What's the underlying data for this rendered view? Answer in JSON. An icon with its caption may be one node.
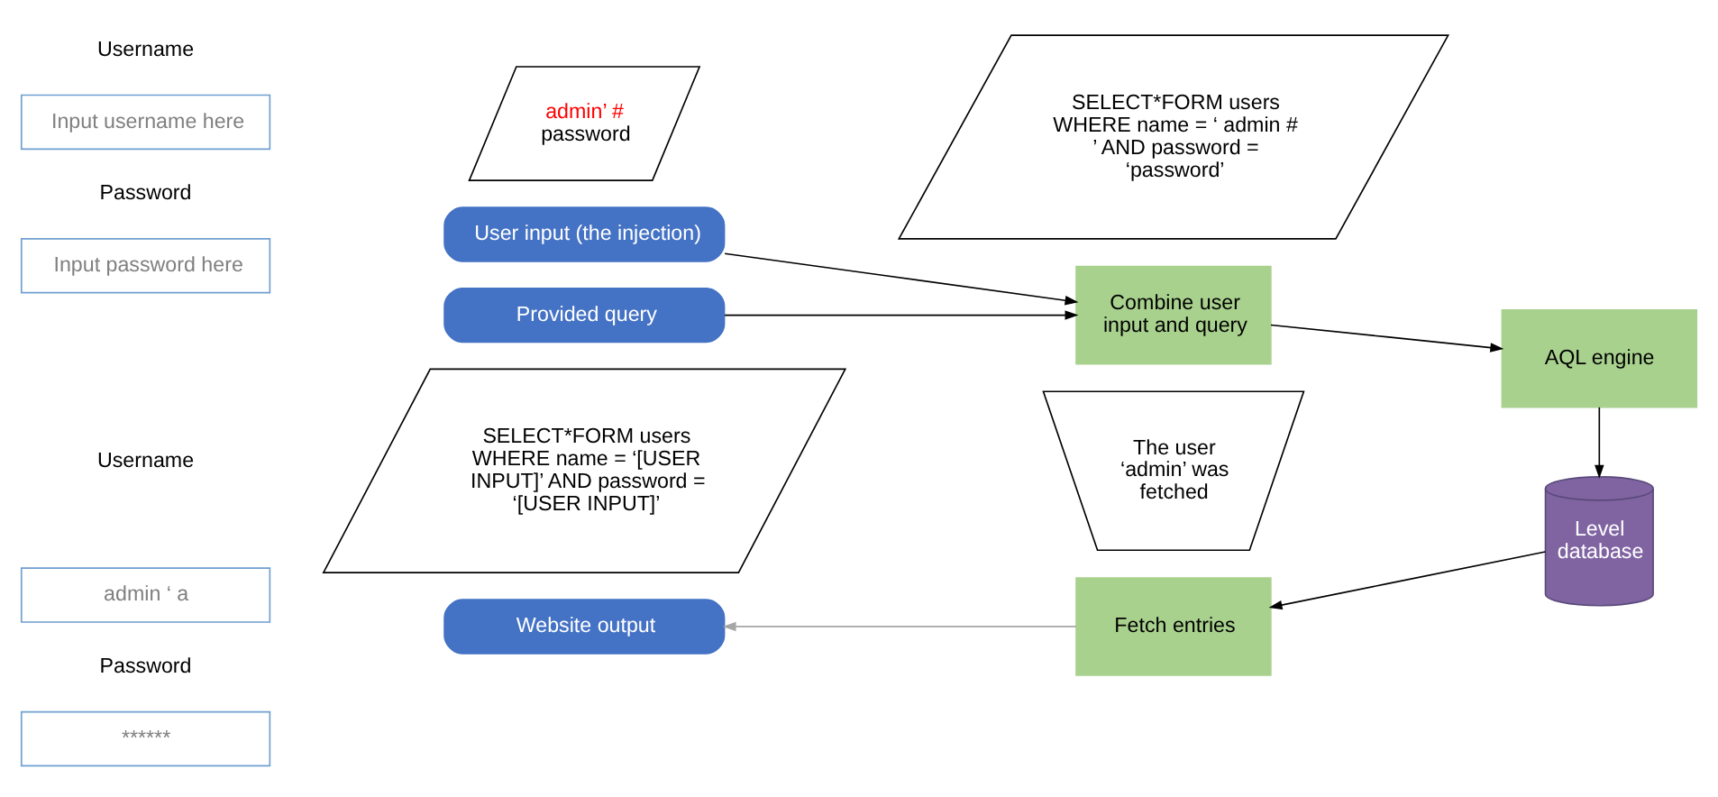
{
  "diagram": {
    "nodes": [
      {
        "text": [
          "Input username here"
        ]
      },
      {
        "text": [
          "Input password here"
        ]
      },
      {
        "text": [
          "admin’ #",
          "password"
        ]
      },
      {
        "text": [
          "User input (the injection)"
        ]
      },
      {
        "text": [
          "Provided query"
        ]
      },
      {
        "text": [
          "SELECT*FORM users WHERE name = ‘ admin # ’ AND password = ‘password’"
        ]
      },
      {
        "text": [
          "Combine user input and query"
        ]
      },
      {
        "text": [
          "AQL engine"
        ]
      },
      {
        "text": [
          "Level database"
        ]
      },
      {
        "text": [
          "SELECT*FORM users WHERE name = ‘[USER INPUT]’ AND password = ‘[USER INPUT]’"
        ]
      },
      {
        "text": [
          "The user ‘admin’ was fetched"
        ]
      },
      {
        "text": [
          "Fetch entries"
        ]
      },
      {
        "text": [
          "Website output"
        ]
      },
      {
        "text": [
          "admin ‘ a"
        ]
      },
      {
        "text": [
          "******"
        ]
      }
    ],
    "edges": [
      {
        "from": 3,
        "to": 6,
        "arrow": "to"
      },
      {
        "from": 4,
        "to": 6,
        "arrow": "to"
      },
      {
        "from": 6,
        "to": 7,
        "arrow": "to"
      },
      {
        "from": 7,
        "to": 8,
        "arrow": "to"
      },
      {
        "from": 8,
        "to": 11,
        "arrow": "to"
      },
      {
        "from": 11,
        "to": 12,
        "arrow": "to",
        "color": "#a6a6a6"
      }
    ],
    "labels": [
      "Username",
      "Password",
      "Username",
      "Password"
    ]
  }
}
